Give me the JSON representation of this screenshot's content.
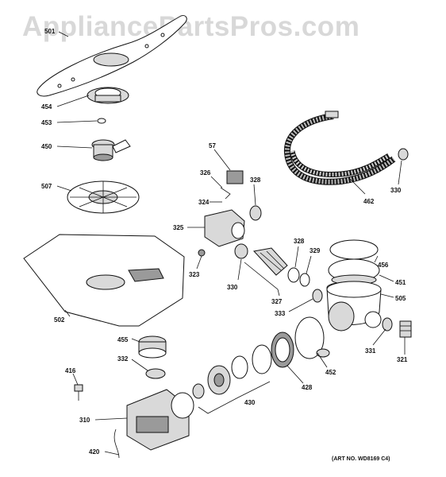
{
  "watermark": "AppliancePartsPros.com",
  "art_number": "(ART NO. WD8169 C4)",
  "callouts": [
    {
      "id": "501",
      "label": "501"
    },
    {
      "id": "454",
      "label": "454"
    },
    {
      "id": "453",
      "label": "453"
    },
    {
      "id": "450",
      "label": "450"
    },
    {
      "id": "507",
      "label": "507"
    },
    {
      "id": "57",
      "label": "57"
    },
    {
      "id": "326",
      "label": "326"
    },
    {
      "id": "328a",
      "label": "328"
    },
    {
      "id": "324",
      "label": "324"
    },
    {
      "id": "325",
      "label": "325"
    },
    {
      "id": "323",
      "label": "323"
    },
    {
      "id": "330a",
      "label": "330"
    },
    {
      "id": "327",
      "label": "327"
    },
    {
      "id": "328b",
      "label": "328"
    },
    {
      "id": "329",
      "label": "329"
    },
    {
      "id": "462",
      "label": "462"
    },
    {
      "id": "330b",
      "label": "330"
    },
    {
      "id": "456",
      "label": "456"
    },
    {
      "id": "451",
      "label": "451"
    },
    {
      "id": "505",
      "label": "505"
    },
    {
      "id": "333",
      "label": "333"
    },
    {
      "id": "502",
      "label": "502"
    },
    {
      "id": "455",
      "label": "455"
    },
    {
      "id": "332",
      "label": "332"
    },
    {
      "id": "416",
      "label": "416"
    },
    {
      "id": "310",
      "label": "310"
    },
    {
      "id": "420",
      "label": "420"
    },
    {
      "id": "430",
      "label": "430"
    },
    {
      "id": "428",
      "label": "428"
    },
    {
      "id": "452",
      "label": "452"
    },
    {
      "id": "331",
      "label": "331"
    },
    {
      "id": "321",
      "label": "321"
    }
  ]
}
